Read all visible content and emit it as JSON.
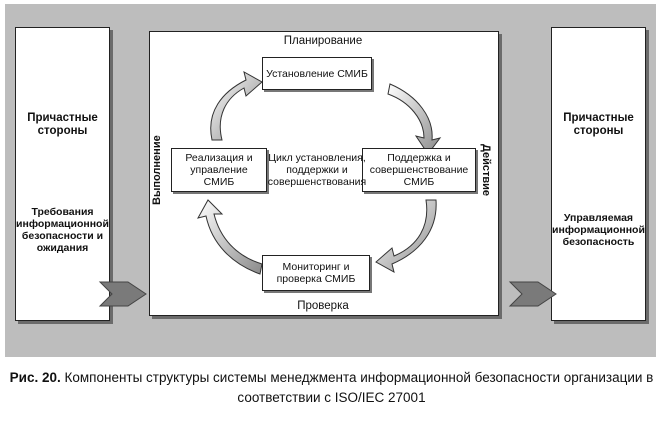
{
  "left_panel": {
    "title": "Причастные стороны",
    "text": "Требования информационной безопасности и ожидания"
  },
  "right_panel": {
    "title": "Причастные стороны",
    "text": "Управляемая информационной безопасность"
  },
  "center": {
    "top_label": "Планирование",
    "bottom_label": "Проверка",
    "left_label": "Выполнение",
    "right_label": "Действие",
    "cycle_text": "Цикл установления, поддержки и совершенствования",
    "steps": {
      "establish": "Установление СМИБ",
      "implement": "Реализация и управление СМИБ",
      "maintain": "Поддержка и совершенствование СМИБ",
      "monitor": "Мониторинг и проверка СМИБ"
    }
  },
  "caption": {
    "figure": "Рис. 20.",
    "text": "Компоненты структуры системы менеджмента информационной безопасности организации в соответствии с ISO/IEC 27001"
  }
}
